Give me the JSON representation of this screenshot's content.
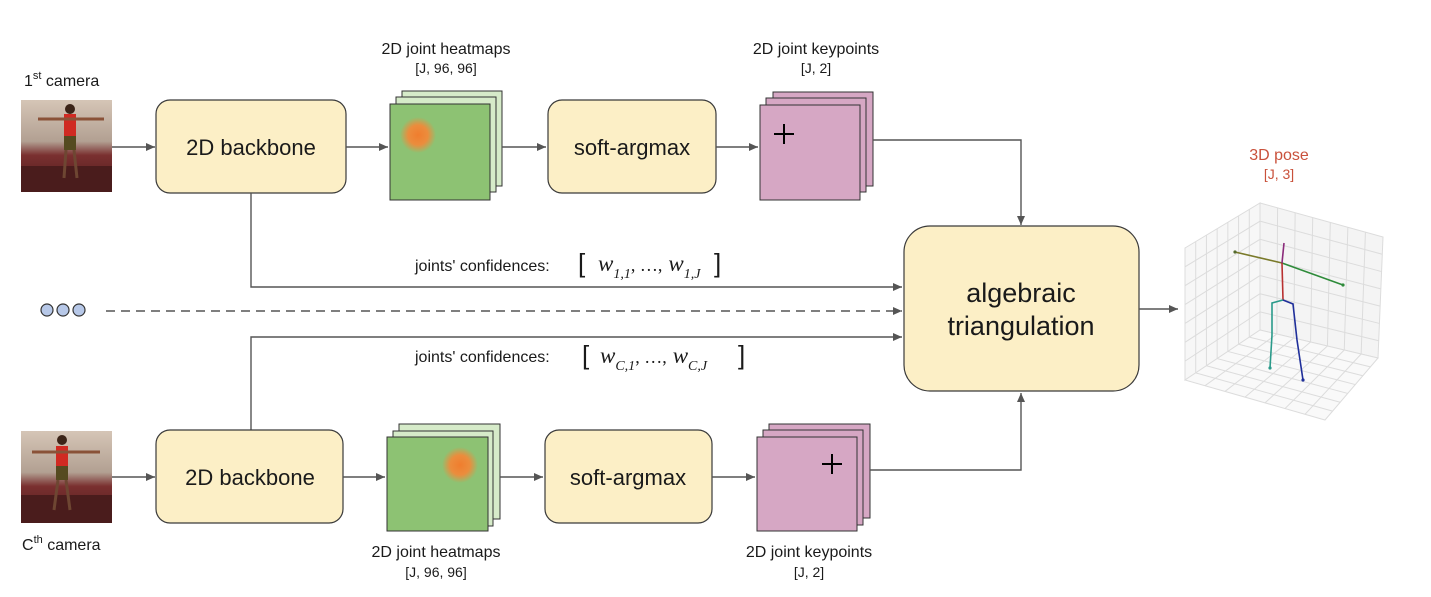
{
  "cameras": {
    "first": {
      "prefix": "1",
      "superscript": "st",
      "suffix": " camera"
    },
    "last": {
      "prefix": "C",
      "superscript": "th",
      "suffix": " camera"
    }
  },
  "blocks": {
    "backbone": "2D backbone",
    "softargmax": "soft-argmax",
    "triangulation_line1": "algebraic",
    "triangulation_line2": "triangulation"
  },
  "heatmaps": {
    "title": "2D joint heatmaps",
    "shape": "[J, 96, 96]"
  },
  "keypoints": {
    "title": "2D joint keypoints",
    "shape": "[J, 2]"
  },
  "output": {
    "title": "3D pose",
    "shape": "[J, 3]"
  },
  "confidences": {
    "label": "joints' confidences:",
    "first": {
      "open": "[",
      "w1": "w",
      "s1": "1,1",
      "ellipsis": ", …,",
      "w2": "w",
      "s2": "1,J",
      "close": "]"
    },
    "last": {
      "open": "[",
      "w1": "w",
      "s1": "C,1",
      "ellipsis": ", …,",
      "w2": "w",
      "s2": "C,J",
      "close": "]"
    }
  },
  "colors": {
    "block_fill": "#fcefc6",
    "block_stroke": "#3a3a3a",
    "heatmap_fill": "#8dc273",
    "heatmap_back": "#d6ebc9",
    "blob": "#ef8a3c",
    "keypoint_fill": "#d6a7c4",
    "output_title": "#c9513b",
    "dots": "#b7c8e8"
  }
}
